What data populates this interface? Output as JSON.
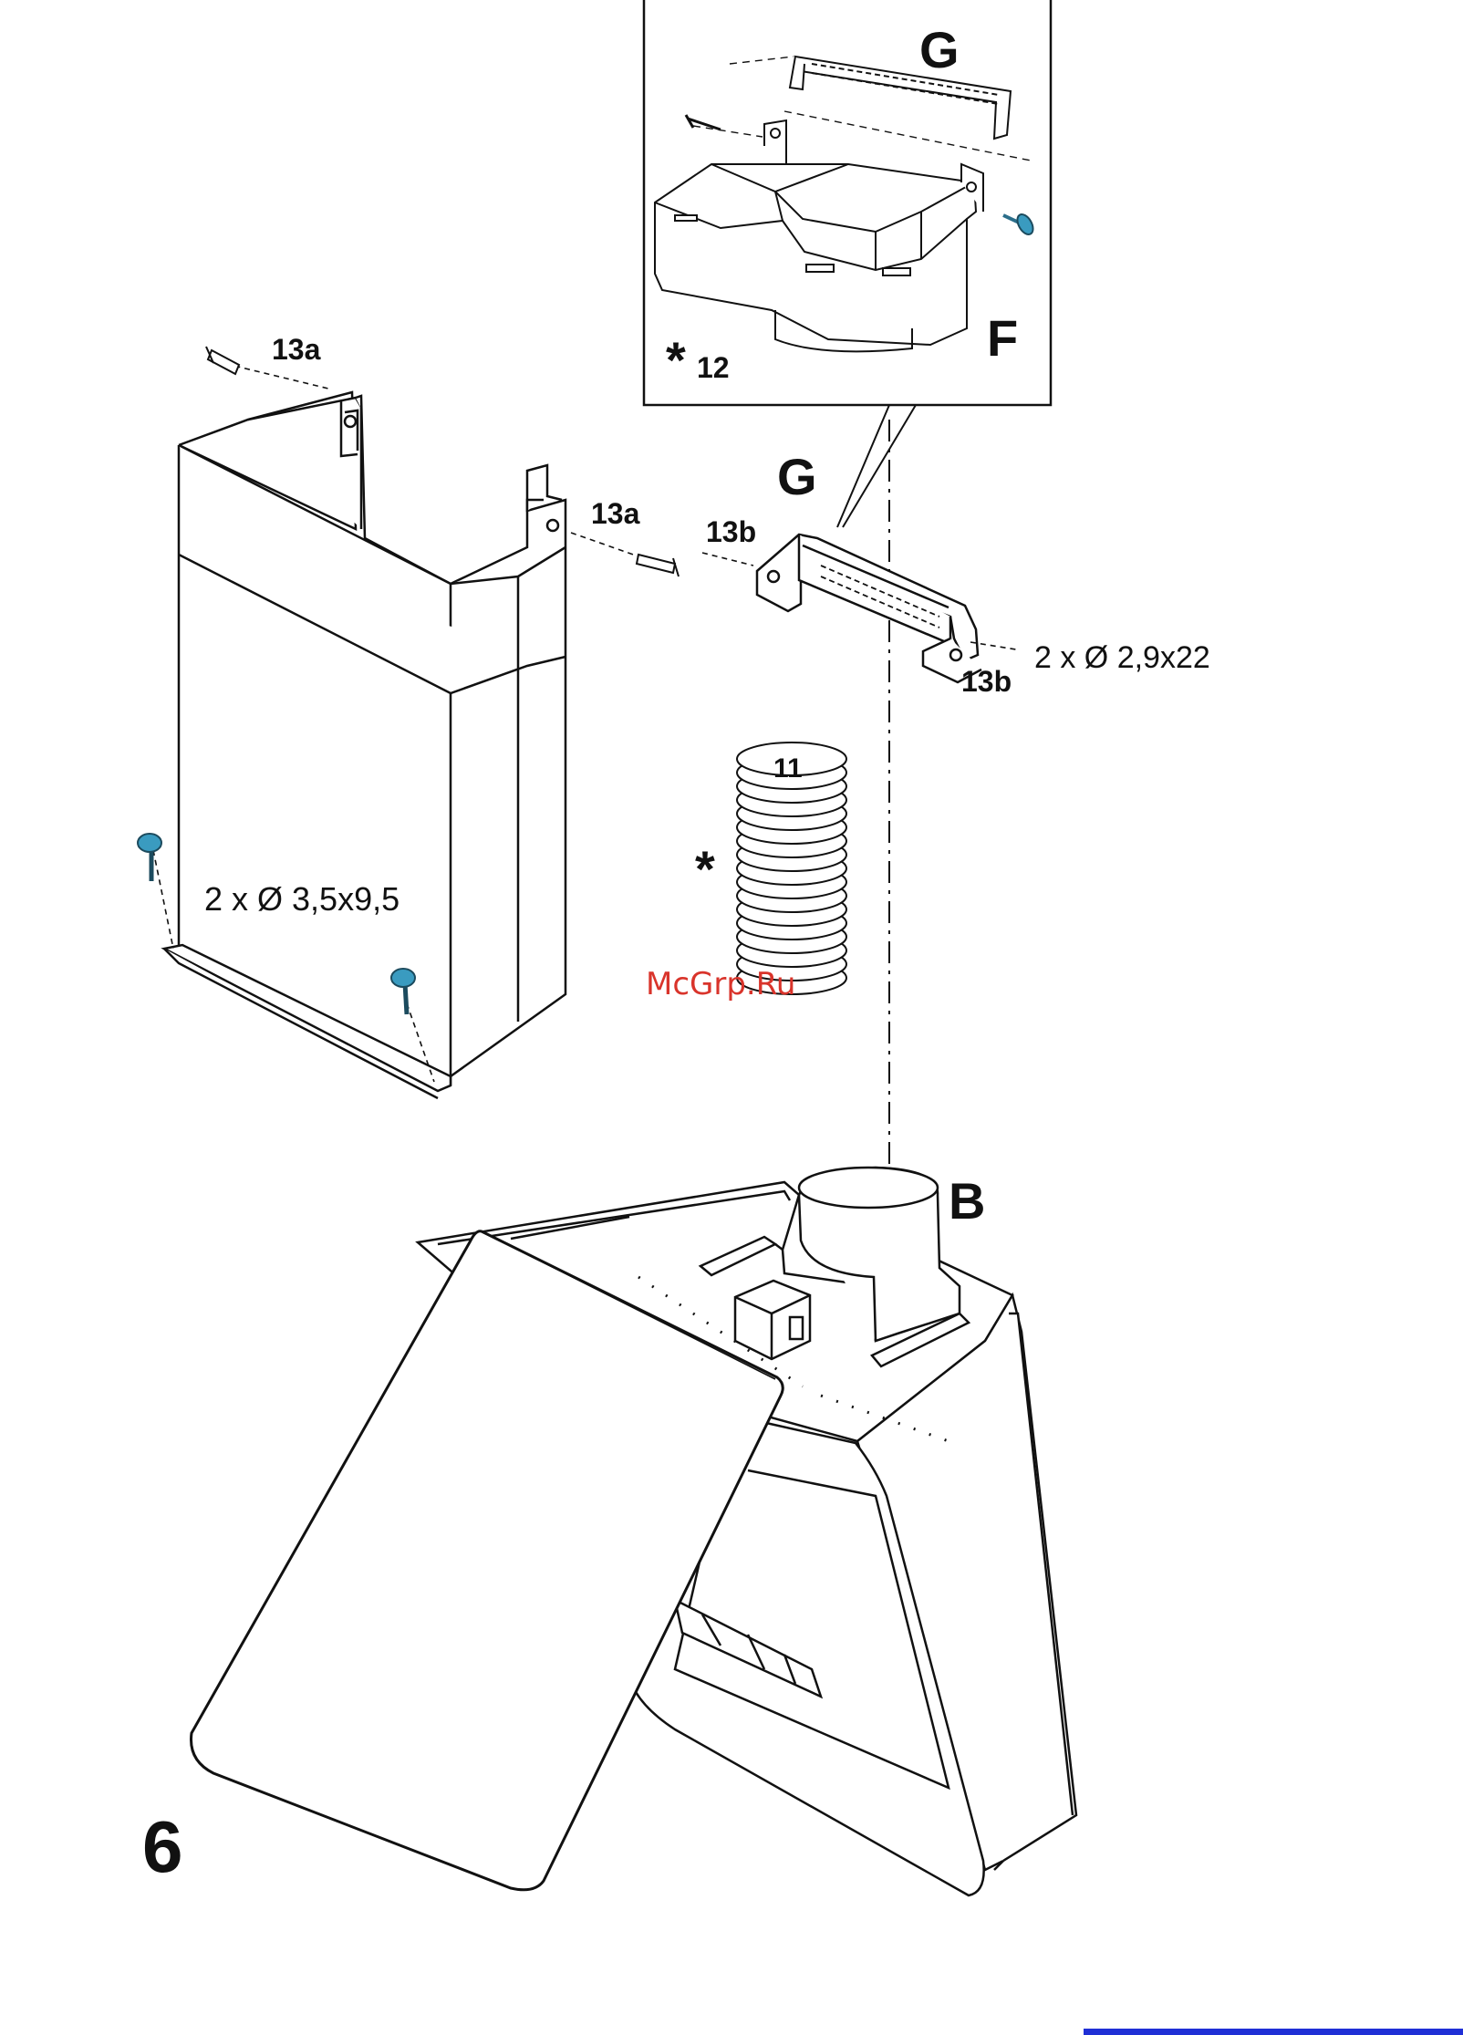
{
  "labels": {
    "inset_bracket": "G",
    "inset_adapter": "F",
    "inset_star": "*",
    "inset_number": "12",
    "screw_upper_left": "13a",
    "screw_chimney_side": "13a",
    "bracket_label": "G",
    "bracket_screw_left": "13b",
    "bracket_screw_right": "13b",
    "bracket_screw_spec": "2 x Ø 2,9x22",
    "chimney_screw_spec": "2 x Ø 3,5x9,5",
    "hose_number": "11",
    "hose_star": "*",
    "outlet_label": "B",
    "figure_number": "6"
  },
  "watermark": "McGrp.Ru",
  "colors": {
    "line": "#111111",
    "screw": "#3a9bc0",
    "watermark": "#d9342b",
    "footer_bar": "#1f2fd6"
  }
}
